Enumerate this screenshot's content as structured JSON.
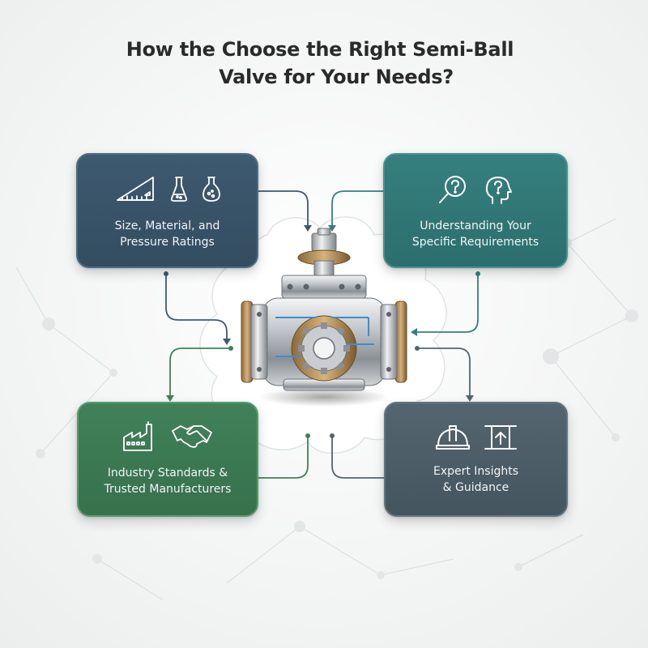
{
  "title": {
    "line1": "How the Choose the Right Semi-Ball",
    "line2": "Valve for Your Needs?"
  },
  "cards": {
    "top_left": {
      "label_line1": "Size, Material, and",
      "label_line2": "Pressure Ratings",
      "icons": [
        "ruler-triangle-icon",
        "flask-icon",
        "flask-icon"
      ],
      "color": "#3e5a70"
    },
    "top_right": {
      "label_line1": "Understanding Your",
      "label_line2": "Specific Requirements",
      "icons": [
        "magnifier-question-icon",
        "head-question-icon"
      ],
      "color": "#35807f"
    },
    "bottom_left": {
      "label_line1": "Industry Standards &",
      "label_line2": "Trusted Manufacturers",
      "icons": [
        "factory-icon",
        "handshake-icon"
      ],
      "color": "#41815a"
    },
    "bottom_right": {
      "label_line1": "Expert Insights",
      "label_line2": "& Guidance",
      "icons": [
        "hard-hat-icon",
        "document-upload-icon"
      ],
      "color": "#546570"
    }
  },
  "center": {
    "image": "semi-ball-valve-icon"
  }
}
